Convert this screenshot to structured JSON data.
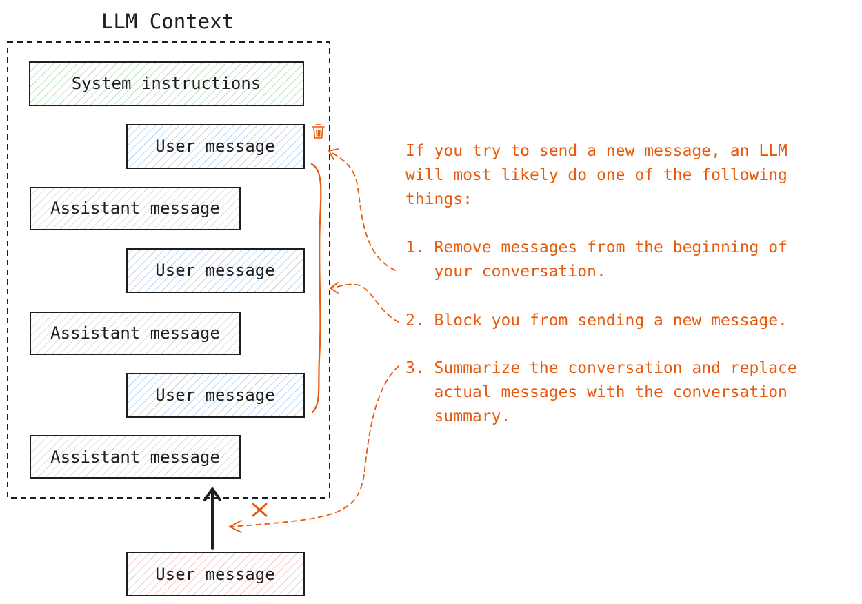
{
  "context_title": "LLM Context",
  "messages": [
    {
      "label": "System instructions",
      "type": "system"
    },
    {
      "label": "User message",
      "type": "user"
    },
    {
      "label": "Assistant message",
      "type": "assistant"
    },
    {
      "label": "User message",
      "type": "user"
    },
    {
      "label": "Assistant message",
      "type": "assistant"
    },
    {
      "label": "User message",
      "type": "user"
    },
    {
      "label": "Assistant message",
      "type": "assistant"
    }
  ],
  "new_message": {
    "label": "User message"
  },
  "annotation": {
    "intro_line1": "If you try to send a new message, an LLM",
    "intro_line2": "will most likely do one of the following",
    "intro_line3": "things:",
    "item1_line1": "1. Remove messages from the beginning of",
    "item1_line2": "   your conversation.",
    "item2_line1": "2. Block you from sending a new message.",
    "item3_line1": "3. Summarize the conversation and replace",
    "item3_line2": "   actual messages with the conversation",
    "item3_line3": "   summary."
  },
  "colors": {
    "accent": "#e8590c",
    "stroke": "#1e1e1e",
    "system": "#2f9e44",
    "user": "#1c7ed6",
    "assistant": "#868e96",
    "new_user": "#e03131"
  },
  "icons": {
    "delete": "trash-icon",
    "blocked": "cross-icon"
  }
}
